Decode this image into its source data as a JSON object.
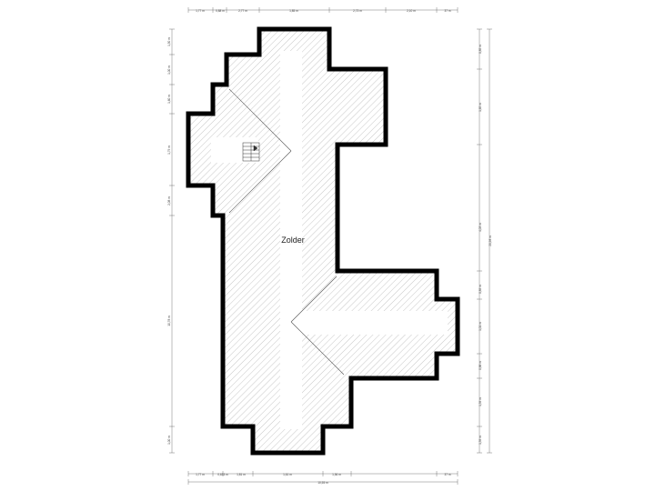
{
  "room": {
    "label": "Zolder"
  },
  "dimensions": {
    "top": [
      "1,77 m",
      "0,88 m",
      "2,77 m",
      "1,85 m",
      "2,73 m",
      "2,10 m",
      "37 m"
    ],
    "bottom": [
      "1,77 m",
      "0,633 m",
      "1,81 m",
      "1,61 m",
      "1,56 m",
      "37 m"
    ],
    "bottom_total": "10,55 m",
    "left": [
      "1,50 m",
      "1,00 m",
      "1,60 m",
      "1,79 m",
      "2,08 m",
      "10,78 m",
      "1,00 m"
    ],
    "right": [
      "0,85 m",
      "1,65 m",
      "4,03 m",
      "0,89 m",
      "1,01 m",
      "0,88 m",
      "1,39 m",
      "1,39 m"
    ],
    "right_total": "20,98 m"
  },
  "colors": {
    "wall": "#000000",
    "hatch": "#b9b9b9",
    "dim_line": "#555555"
  }
}
